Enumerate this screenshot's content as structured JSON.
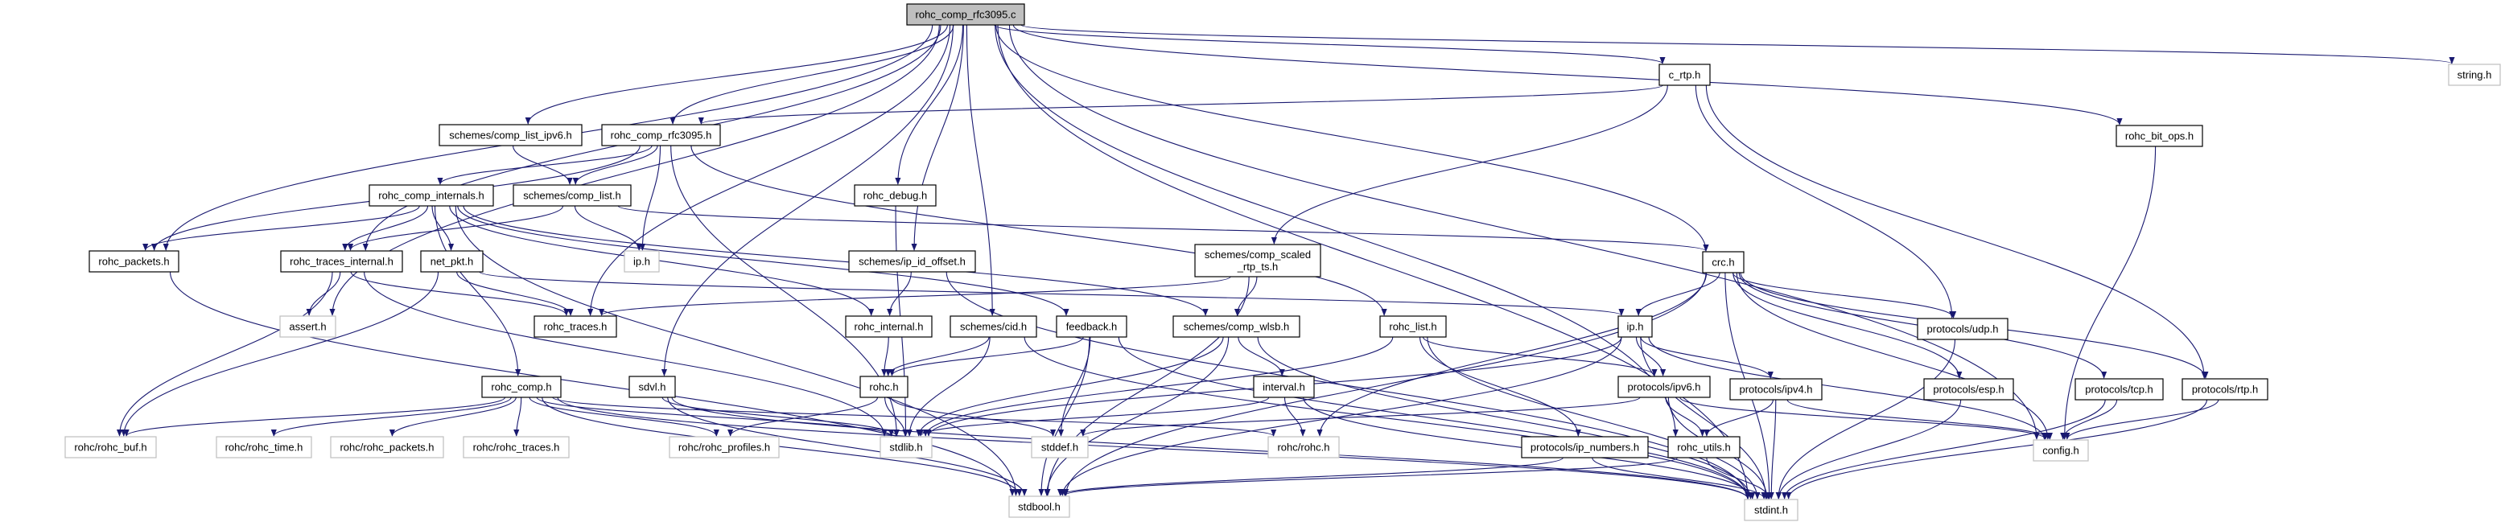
{
  "graph": {
    "root": "rohc_comp_rfc3095_c",
    "colors": {
      "edge": "#191970",
      "root_fill": "#bfbfbf",
      "node_border": "#000000",
      "external_border": "#bfbfbf",
      "node_fill": "#ffffff"
    },
    "nodes": {
      "rohc_comp_rfc3095_c": {
        "label": [
          "rohc_comp_rfc3095.c"
        ],
        "kind": "root"
      },
      "comp_list_ipv6_h": {
        "label": [
          "schemes/comp_list_ipv6.h"
        ],
        "kind": "local"
      },
      "rohc_comp_rfc3095_h": {
        "label": [
          "rohc_comp_rfc3095.h"
        ],
        "kind": "local"
      },
      "rohc_comp_internals_h": {
        "label": [
          "rohc_comp_internals.h"
        ],
        "kind": "local"
      },
      "comp_list_h": {
        "label": [
          "schemes/comp_list.h"
        ],
        "kind": "local"
      },
      "rohc_packets_h": {
        "label": [
          "rohc_packets.h"
        ],
        "kind": "local"
      },
      "rohc_traces_internal_h": {
        "label": [
          "rohc_traces_internal.h"
        ],
        "kind": "local"
      },
      "net_pkt_h": {
        "label": [
          "net_pkt.h"
        ],
        "kind": "local"
      },
      "ip_h_ext": {
        "label": [
          "ip.h"
        ],
        "kind": "external"
      },
      "assert_h": {
        "label": [
          "assert.h"
        ],
        "kind": "external"
      },
      "rohc_traces_h": {
        "label": [
          "rohc_traces.h"
        ],
        "kind": "local"
      },
      "rohc_comp_h": {
        "label": [
          "rohc_comp.h"
        ],
        "kind": "local"
      },
      "sdvl_h": {
        "label": [
          "sdvl.h"
        ],
        "kind": "local"
      },
      "rohc_buf_h": {
        "label": [
          "rohc/rohc_buf.h"
        ],
        "kind": "external"
      },
      "rohc_time_h": {
        "label": [
          "rohc/rohc_time.h"
        ],
        "kind": "external"
      },
      "rohc_rohc_packets_h": {
        "label": [
          "rohc/rohc_packets.h"
        ],
        "kind": "external"
      },
      "rohc_rohc_traces_h": {
        "label": [
          "rohc/rohc_traces.h"
        ],
        "kind": "external"
      },
      "rohc_profiles_h": {
        "label": [
          "rohc/rohc_profiles.h"
        ],
        "kind": "external"
      },
      "stdbool_h": {
        "label": [
          "stdbool.h"
        ],
        "kind": "external"
      },
      "rohc_debug_h": {
        "label": [
          "rohc_debug.h"
        ],
        "kind": "local"
      },
      "ip_id_offset_h": {
        "label": [
          "schemes/ip_id_offset.h"
        ],
        "kind": "local"
      },
      "comp_scaled_rtp_ts_h": {
        "label": [
          "schemes/comp_scaled",
          "_rtp_ts.h"
        ],
        "kind": "local"
      },
      "c_rtp_h": {
        "label": [
          "c_rtp.h"
        ],
        "kind": "local"
      },
      "rohc_internal_h": {
        "label": [
          "rohc_internal.h"
        ],
        "kind": "local"
      },
      "cid_h": {
        "label": [
          "schemes/cid.h"
        ],
        "kind": "local"
      },
      "feedback_h": {
        "label": [
          "feedback.h"
        ],
        "kind": "local"
      },
      "comp_wlsb_h": {
        "label": [
          "schemes/comp_wlsb.h"
        ],
        "kind": "local"
      },
      "rohc_list_h": {
        "label": [
          "rohc_list.h"
        ],
        "kind": "local"
      },
      "ip_h": {
        "label": [
          "ip.h"
        ],
        "kind": "local"
      },
      "rohc_h": {
        "label": [
          "rohc.h"
        ],
        "kind": "local"
      },
      "interval_h": {
        "label": [
          "interval.h"
        ],
        "kind": "local"
      },
      "ipv6_h": {
        "label": [
          "protocols/ipv6.h"
        ],
        "kind": "local"
      },
      "stdlib_h": {
        "label": [
          "stdlib.h"
        ],
        "kind": "external"
      },
      "stddef_h": {
        "label": [
          "stddef.h"
        ],
        "kind": "external"
      },
      "rohc_rohc_h": {
        "label": [
          "rohc/rohc.h"
        ],
        "kind": "external"
      },
      "ip_numbers_h": {
        "label": [
          "protocols/ip_numbers.h"
        ],
        "kind": "local"
      },
      "rohc_utils_h": {
        "label": [
          "rohc_utils.h"
        ],
        "kind": "local"
      },
      "rohc_bit_ops_h": {
        "label": [
          "rohc_bit_ops.h"
        ],
        "kind": "local"
      },
      "crc_h": {
        "label": [
          "crc.h"
        ],
        "kind": "local"
      },
      "udp_h": {
        "label": [
          "protocols/udp.h"
        ],
        "kind": "local"
      },
      "ipv4_h": {
        "label": [
          "protocols/ipv4.h"
        ],
        "kind": "local"
      },
      "esp_h": {
        "label": [
          "protocols/esp.h"
        ],
        "kind": "local"
      },
      "tcp_h": {
        "label": [
          "protocols/tcp.h"
        ],
        "kind": "local"
      },
      "rtp_h": {
        "label": [
          "protocols/rtp.h"
        ],
        "kind": "local"
      },
      "config_h": {
        "label": [
          "config.h"
        ],
        "kind": "external"
      },
      "stdint_h": {
        "label": [
          "stdint.h"
        ],
        "kind": "external"
      },
      "string_h": {
        "label": [
          "string.h"
        ],
        "kind": "external"
      }
    },
    "edges": [
      [
        "rohc_comp_rfc3095_c",
        "assert_h"
      ],
      [
        "rohc_comp_rfc3095_c",
        "rohc_packets_h"
      ],
      [
        "rohc_comp_rfc3095_c",
        "rohc_traces_internal_h"
      ],
      [
        "rohc_comp_rfc3095_c",
        "comp_list_ipv6_h"
      ],
      [
        "rohc_comp_rfc3095_c",
        "rohc_comp_rfc3095_h"
      ],
      [
        "rohc_comp_rfc3095_c",
        "rohc_traces_h"
      ],
      [
        "rohc_comp_rfc3095_c",
        "sdvl_h"
      ],
      [
        "rohc_comp_rfc3095_c",
        "cid_h"
      ],
      [
        "rohc_comp_rfc3095_c",
        "rohc_debug_h"
      ],
      [
        "rohc_comp_rfc3095_c",
        "ip_id_offset_h"
      ],
      [
        "rohc_comp_rfc3095_c",
        "rohc_utils_h"
      ],
      [
        "rohc_comp_rfc3095_c",
        "crc_h"
      ],
      [
        "rohc_comp_rfc3095_c",
        "c_rtp_h"
      ],
      [
        "rohc_comp_rfc3095_c",
        "rohc_bit_ops_h"
      ],
      [
        "rohc_comp_rfc3095_c",
        "config_h"
      ],
      [
        "rohc_comp_rfc3095_c",
        "stdint_h"
      ],
      [
        "rohc_comp_rfc3095_c",
        "string_h"
      ],
      [
        "c_rtp_h",
        "rohc_comp_rfc3095_h"
      ],
      [
        "c_rtp_h",
        "comp_scaled_rtp_ts_h"
      ],
      [
        "c_rtp_h",
        "udp_h"
      ],
      [
        "c_rtp_h",
        "rtp_h"
      ],
      [
        "comp_list_ipv6_h",
        "comp_list_h"
      ],
      [
        "rohc_comp_rfc3095_h",
        "rohc_packets_h"
      ],
      [
        "rohc_comp_rfc3095_h",
        "rohc_comp_internals_h"
      ],
      [
        "rohc_comp_rfc3095_h",
        "comp_list_h"
      ],
      [
        "rohc_comp_rfc3095_h",
        "ip_h_ext"
      ],
      [
        "rohc_comp_rfc3095_h",
        "stdlib_h"
      ],
      [
        "rohc_comp_rfc3095_h",
        "rohc_list_h"
      ],
      [
        "comp_list_h",
        "rohc_traces_internal_h"
      ],
      [
        "comp_list_h",
        "ip_h_ext"
      ],
      [
        "comp_list_h",
        "crc_h"
      ],
      [
        "rohc_comp_internals_h",
        "rohc_packets_h"
      ],
      [
        "rohc_comp_internals_h",
        "rohc_traces_internal_h"
      ],
      [
        "rohc_comp_internals_h",
        "net_pkt_h"
      ],
      [
        "rohc_comp_internals_h",
        "rohc_comp_h"
      ],
      [
        "rohc_comp_internals_h",
        "stdbool_h"
      ],
      [
        "rohc_comp_internals_h",
        "feedback_h"
      ],
      [
        "rohc_comp_internals_h",
        "rohc_internal_h"
      ],
      [
        "rohc_comp_internals_h",
        "comp_wlsb_h"
      ],
      [
        "rohc_traces_internal_h",
        "assert_h"
      ],
      [
        "rohc_traces_internal_h",
        "rohc_traces_h"
      ],
      [
        "rohc_traces_internal_h",
        "rohc_buf_h"
      ],
      [
        "rohc_traces_internal_h",
        "stdlib_h"
      ],
      [
        "net_pkt_h",
        "rohc_traces_h"
      ],
      [
        "net_pkt_h",
        "rohc_buf_h"
      ],
      [
        "net_pkt_h",
        "ip_h"
      ],
      [
        "rohc_packets_h",
        "stdbool_h"
      ],
      [
        "rohc_comp_h",
        "rohc_buf_h"
      ],
      [
        "rohc_comp_h",
        "rohc_time_h"
      ],
      [
        "rohc_comp_h",
        "rohc_rohc_packets_h"
      ],
      [
        "rohc_comp_h",
        "rohc_rohc_traces_h"
      ],
      [
        "rohc_comp_h",
        "rohc_profiles_h"
      ],
      [
        "rohc_comp_h",
        "stdlib_h"
      ],
      [
        "rohc_comp_h",
        "stdbool_h"
      ],
      [
        "rohc_comp_h",
        "stdint_h"
      ],
      [
        "rohc_comp_h",
        "rohc_rohc_h"
      ],
      [
        "sdvl_h",
        "stdlib_h"
      ],
      [
        "sdvl_h",
        "stdbool_h"
      ],
      [
        "sdvl_h",
        "stdint_h"
      ],
      [
        "rohc_debug_h",
        "stdlib_h"
      ],
      [
        "ip_id_offset_h",
        "rohc_internal_h"
      ],
      [
        "ip_id_offset_h",
        "stdint_h"
      ],
      [
        "rohc_internal_h",
        "rohc_h"
      ],
      [
        "cid_h",
        "rohc_h"
      ],
      [
        "cid_h",
        "stdlib_h"
      ],
      [
        "cid_h",
        "stdint_h"
      ],
      [
        "feedback_h",
        "rohc_h"
      ],
      [
        "feedback_h",
        "stdbool_h"
      ],
      [
        "feedback_h",
        "stddef_h"
      ],
      [
        "feedback_h",
        "stdint_h"
      ],
      [
        "comp_wlsb_h",
        "interval_h"
      ],
      [
        "comp_wlsb_h",
        "stdlib_h"
      ],
      [
        "comp_wlsb_h",
        "stdbool_h"
      ],
      [
        "comp_wlsb_h",
        "stdint_h"
      ],
      [
        "comp_scaled_rtp_ts_h",
        "comp_wlsb_h"
      ],
      [
        "comp_scaled_rtp_ts_h",
        "rohc_traces_h"
      ],
      [
        "comp_scaled_rtp_ts_h",
        "stdbool_h"
      ],
      [
        "rohc_h",
        "stdlib_h"
      ],
      [
        "rohc_h",
        "stddef_h"
      ],
      [
        "rohc_h",
        "rohc_profiles_h"
      ],
      [
        "interval_h",
        "rohc_rohc_h"
      ],
      [
        "interval_h",
        "stdlib_h"
      ],
      [
        "interval_h",
        "stdint_h"
      ],
      [
        "rohc_list_h",
        "ipv6_h"
      ],
      [
        "rohc_list_h",
        "ip_numbers_h"
      ],
      [
        "rohc_list_h",
        "stdlib_h"
      ],
      [
        "rohc_list_h",
        "stdint_h"
      ],
      [
        "ip_h",
        "ipv6_h"
      ],
      [
        "ip_h",
        "ipv4_h"
      ],
      [
        "ip_h",
        "stdlib_h"
      ],
      [
        "ip_h",
        "stdbool_h"
      ],
      [
        "ip_h",
        "stdint_h"
      ],
      [
        "ip_h",
        "config_h"
      ],
      [
        "crc_h",
        "ip_h"
      ],
      [
        "crc_h",
        "udp_h"
      ],
      [
        "crc_h",
        "esp_h"
      ],
      [
        "crc_h",
        "tcp_h"
      ],
      [
        "crc_h",
        "rtp_h"
      ],
      [
        "crc_h",
        "rohc_rohc_h"
      ],
      [
        "crc_h",
        "stdbool_h"
      ],
      [
        "crc_h",
        "stdint_h"
      ],
      [
        "crc_h",
        "config_h"
      ],
      [
        "ipv6_h",
        "rohc_utils_h"
      ],
      [
        "ipv6_h",
        "stddef_h"
      ],
      [
        "ipv6_h",
        "stdint_h"
      ],
      [
        "ipv6_h",
        "config_h"
      ],
      [
        "ipv4_h",
        "rohc_utils_h"
      ],
      [
        "ipv4_h",
        "stdint_h"
      ],
      [
        "ipv4_h",
        "config_h"
      ],
      [
        "ip_numbers_h",
        "stdbool_h"
      ],
      [
        "ip_numbers_h",
        "stdint_h"
      ],
      [
        "rohc_utils_h",
        "stdbool_h"
      ],
      [
        "rohc_utils_h",
        "stdint_h"
      ],
      [
        "udp_h",
        "stdint_h"
      ],
      [
        "esp_h",
        "stdint_h"
      ],
      [
        "tcp_h",
        "config_h"
      ],
      [
        "tcp_h",
        "stdint_h"
      ],
      [
        "rtp_h",
        "config_h"
      ],
      [
        "rtp_h",
        "stdint_h"
      ],
      [
        "rohc_bit_ops_h",
        "config_h"
      ]
    ]
  }
}
